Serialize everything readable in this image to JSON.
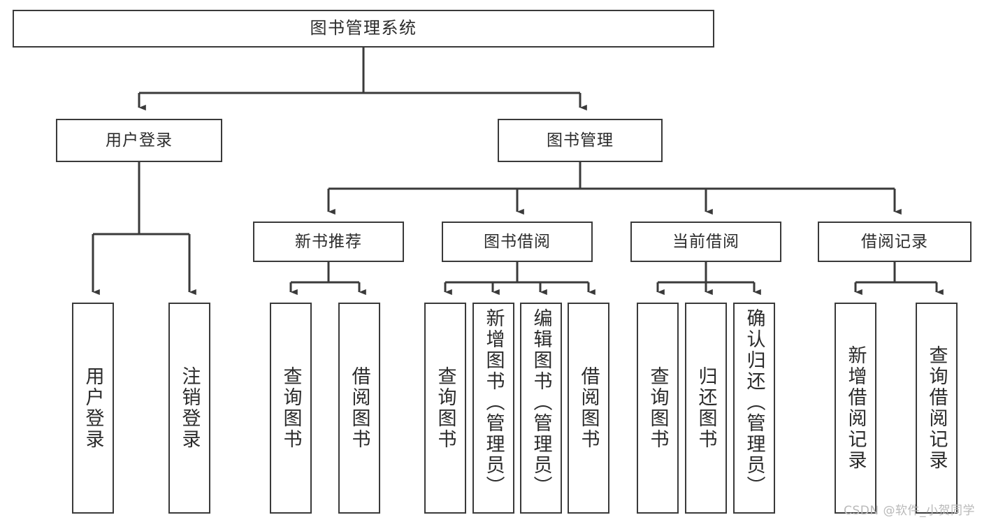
{
  "diagram": {
    "kind": "tree-hierarchy",
    "title": "图书管理系统",
    "watermark": "CSDN @软件_小贺同学",
    "colors": {
      "stroke": "#3a3a3a",
      "fill": "#ffffff",
      "text": "#2b2b2b",
      "watermark": "#b9b9b9",
      "background": "#ffffff"
    },
    "levels": [
      {
        "level": 1,
        "nodes": [
          {
            "id": "root",
            "label": "图书管理系统",
            "orientation": "horizontal"
          }
        ]
      },
      {
        "level": 2,
        "nodes": [
          {
            "id": "user-login",
            "label": "用户登录",
            "orientation": "horizontal",
            "parent": "root"
          },
          {
            "id": "book-manage",
            "label": "图书管理",
            "orientation": "horizontal",
            "parent": "root"
          }
        ]
      },
      {
        "level": 3,
        "nodes": [
          {
            "id": "new-book-rec",
            "label": "新书推荐",
            "orientation": "horizontal",
            "parent": "book-manage"
          },
          {
            "id": "book-borrow",
            "label": "图书借阅",
            "orientation": "horizontal",
            "parent": "book-manage"
          },
          {
            "id": "current-borrow",
            "label": "当前借阅",
            "orientation": "horizontal",
            "parent": "book-manage"
          },
          {
            "id": "borrow-record",
            "label": "借阅记录",
            "orientation": "horizontal",
            "parent": "book-manage"
          }
        ]
      },
      {
        "level": 4,
        "nodes": [
          {
            "id": "leaf-user-login",
            "label": "用户登录",
            "orientation": "vertical",
            "parent": "user-login"
          },
          {
            "id": "leaf-logout",
            "label": "注销登录",
            "orientation": "vertical",
            "parent": "user-login"
          },
          {
            "id": "leaf-query-book-1",
            "label": "查询图书",
            "orientation": "vertical",
            "parent": "new-book-rec"
          },
          {
            "id": "leaf-borrow-book-1",
            "label": "借阅图书",
            "orientation": "vertical",
            "parent": "new-book-rec"
          },
          {
            "id": "leaf-query-book-2",
            "label": "查询图书",
            "orientation": "vertical",
            "parent": "book-borrow"
          },
          {
            "id": "leaf-add-book",
            "label": "新增图书（管理员）",
            "orientation": "vertical",
            "parent": "book-borrow"
          },
          {
            "id": "leaf-edit-book",
            "label": "编辑图书（管理员）",
            "orientation": "vertical",
            "parent": "book-borrow"
          },
          {
            "id": "leaf-borrow-book-2",
            "label": "借阅图书",
            "orientation": "vertical",
            "parent": "book-borrow"
          },
          {
            "id": "leaf-query-book-3",
            "label": "查询图书",
            "orientation": "vertical",
            "parent": "current-borrow"
          },
          {
            "id": "leaf-return-book",
            "label": "归还图书",
            "orientation": "vertical",
            "parent": "current-borrow"
          },
          {
            "id": "leaf-confirm-return",
            "label": "确认归还（管理员）",
            "orientation": "vertical",
            "parent": "current-borrow"
          },
          {
            "id": "leaf-add-record",
            "label": "新增借阅记录",
            "orientation": "vertical",
            "parent": "borrow-record"
          },
          {
            "id": "leaf-query-record",
            "label": "查询借阅记录",
            "orientation": "vertical",
            "parent": "borrow-record"
          }
        ]
      }
    ]
  }
}
